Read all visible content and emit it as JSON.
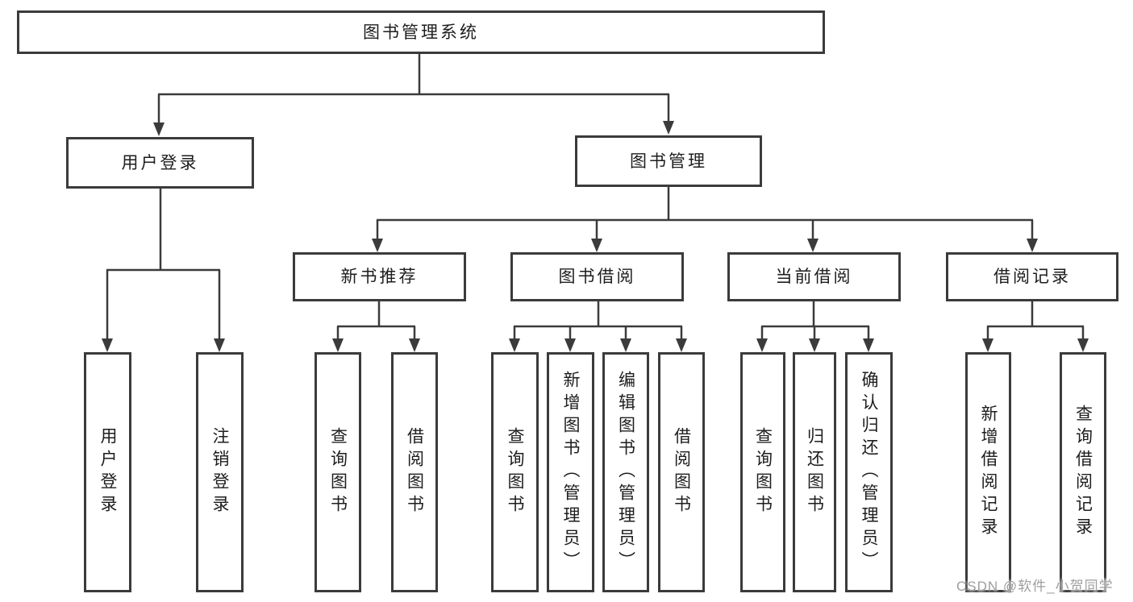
{
  "tree": {
    "root": {
      "label": "图书管理系统"
    },
    "level2": [
      {
        "label": "用户登录"
      },
      {
        "label": "图书管理"
      }
    ],
    "level3": [
      {
        "label": "新书推荐"
      },
      {
        "label": "图书借阅"
      },
      {
        "label": "当前借阅"
      },
      {
        "label": "借阅记录"
      }
    ],
    "leaves": [
      {
        "label": "用户登录"
      },
      {
        "label": "注销登录"
      },
      {
        "label": "查询图书"
      },
      {
        "label": "借阅图书"
      },
      {
        "label": "查询图书"
      },
      {
        "label": "新增图书（管理员）"
      },
      {
        "label": "编辑图书（管理员）"
      },
      {
        "label": "借阅图书"
      },
      {
        "label": "查询图书"
      },
      {
        "label": "归还图书"
      },
      {
        "label": "确认归还（管理员）"
      },
      {
        "label": "新增借阅记录"
      },
      {
        "label": "查询借阅记录"
      }
    ]
  },
  "watermark": {
    "text": "CSDN @软件_小贺同学"
  },
  "colors": {
    "line": "#3b3b3b",
    "text": "#1d1d1d",
    "watermark": "#9e9e9e",
    "background": "#ffffff"
  }
}
